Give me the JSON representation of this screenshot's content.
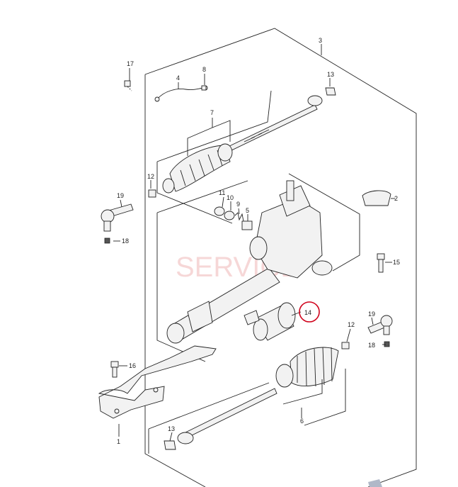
{
  "diagram": {
    "watermark": "SERVICE",
    "highlight_color": "#d0021b",
    "highlighted_callout": "14",
    "callouts": {
      "c1": "1",
      "c2": "2",
      "c3": "3",
      "c4": "4",
      "c5": "5",
      "c6": "6",
      "c7": "7",
      "c8": "8",
      "c9": "9",
      "c10": "10",
      "c11": "11",
      "c12a": "12",
      "c12b": "12",
      "c13a": "13",
      "c13b": "13",
      "c14": "14",
      "c15": "15",
      "c16": "16",
      "c17": "17",
      "c18a": "18",
      "c18b": "18",
      "c19a": "19",
      "c19b": "19"
    }
  }
}
